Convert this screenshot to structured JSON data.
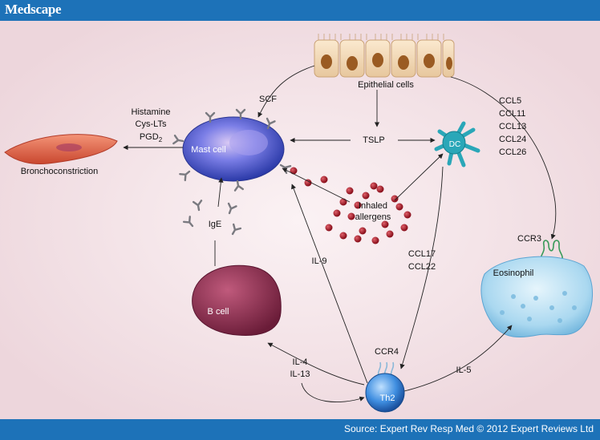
{
  "header": {
    "brand": "Medscape"
  },
  "footer": {
    "source": "Source: Expert Rev Resp Med © 2012 Expert Reviews Ltd"
  },
  "colors": {
    "header_bar": "#1d72b8",
    "background": "#f4e4e8",
    "mast_cell": "#5b6ad8",
    "dendritic_cell": "#2aa7b8",
    "allergen": "#a31b28",
    "eosinophil": "#aad8f0",
    "b_cell": "#8a2e4d",
    "th2": "#2f7fd0",
    "muscle_cell": "#e06e52"
  },
  "diagram": {
    "cells": {
      "epithelial": "Epithelial cells",
      "mast": "Mast cell",
      "dc": "DC",
      "eosinophil": "Eosinophil",
      "b_cell": "B cell",
      "th2": "Th2",
      "broncho": "Bronchoconstriction",
      "allergens_line1": "Inhaled",
      "allergens_line2": "allergens"
    },
    "mediators": {
      "scf": "SCF",
      "tslp": "TSLP",
      "histamine": "Histamine",
      "cyslts": "Cys-LTs",
      "pgd_base": "PGD",
      "pgd_sub": "2",
      "ige": "IgE",
      "il9": "IL-9",
      "il4": "IL-4",
      "il13": "IL-13",
      "il5": "IL-5",
      "ccl17": "CCL17",
      "ccl22": "CCL22",
      "ccr3": "CCR3",
      "ccr4": "CCR4",
      "eos_chemokines": [
        "CCL5",
        "CCL11",
        "CCL13",
        "CCL24",
        "CCL26"
      ]
    }
  }
}
